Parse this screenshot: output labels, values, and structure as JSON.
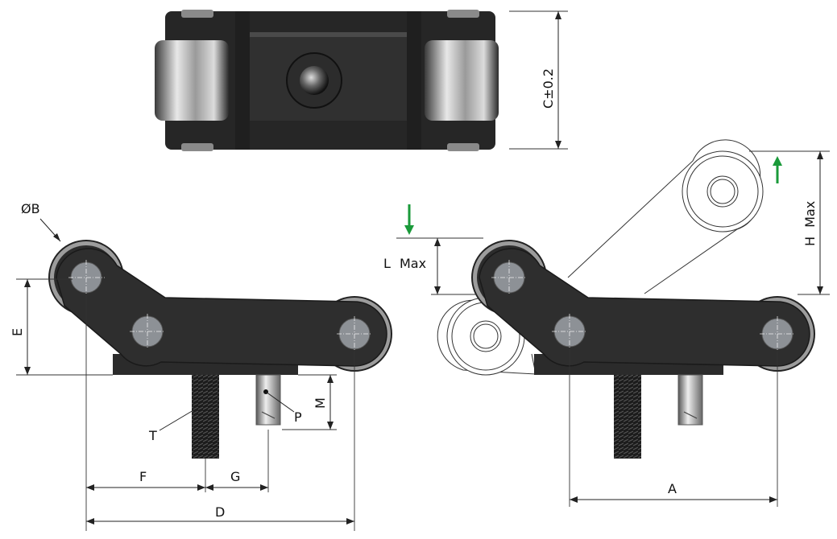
{
  "labels": {
    "c": "C±0.2",
    "b": "ØB",
    "e": "E",
    "t": "T",
    "p": "P",
    "m": "M",
    "f": "F",
    "g": "G",
    "d": "D",
    "l_max": "L Max",
    "h_max": "H Max",
    "a": "A"
  },
  "colors": {
    "part_dark": "#2a2a2a",
    "part_mid": "#3a3a3a",
    "roller_light": "#d0d0d0",
    "pin_gray": "#8a8e93",
    "arrow_green": "#1a9a3a",
    "line": "#222222"
  }
}
